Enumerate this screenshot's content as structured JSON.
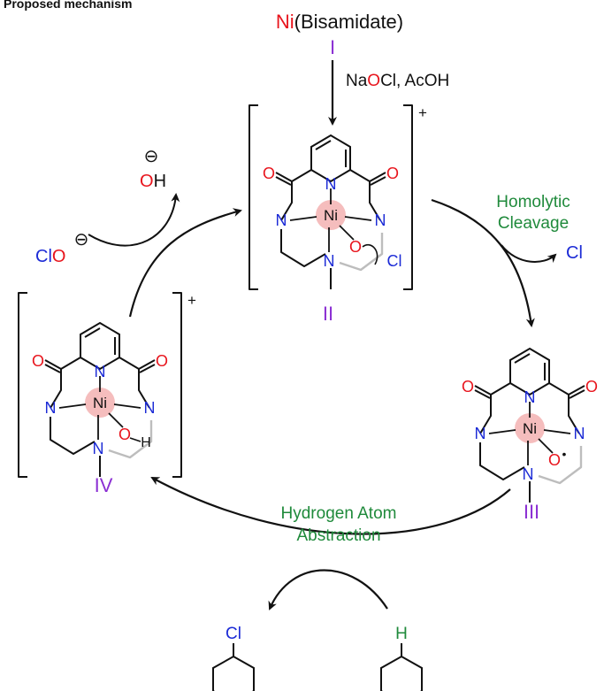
{
  "header_fragment": "Proposed mechanism",
  "start": {
    "metal": "Ni",
    "ligand": "(Bisamidate)",
    "label": "I"
  },
  "reagent": {
    "na": "Na",
    "o": "O",
    "cl": "Cl",
    "rest": ", AcOH"
  },
  "species": {
    "II": {
      "label": "II",
      "charge": "+"
    },
    "III": {
      "label": "III"
    },
    "IV": {
      "label": "IV",
      "charge": "+"
    }
  },
  "atoms": {
    "ni": "Ni",
    "n": "N",
    "o": "O",
    "cl": "Cl",
    "h": "H",
    "radical": "•"
  },
  "steps": {
    "homolytic": [
      "Homolytic",
      "Cleavage"
    ],
    "hat": [
      "Hydrogen Atom",
      "Abstraction"
    ]
  },
  "byproducts": {
    "cl_radical": "Cl",
    "hydroxide": {
      "o": "O",
      "h": "H",
      "charge": "⊖"
    },
    "hypochlorite": {
      "cl": "Cl",
      "o": "O",
      "charge": "⊖"
    }
  },
  "substrates": {
    "product_atom": "Cl",
    "substrate_atom": "H"
  },
  "colors": {
    "heteroatom_o": "#e8141c",
    "heteroatom_n": "#1c2bd6",
    "label_purple": "#8b2fd3",
    "step_green": "#1f8a3b",
    "ni_highlight": "#f3b1b1",
    "black": "#111111",
    "gray_bond": "#bdbdbd"
  }
}
